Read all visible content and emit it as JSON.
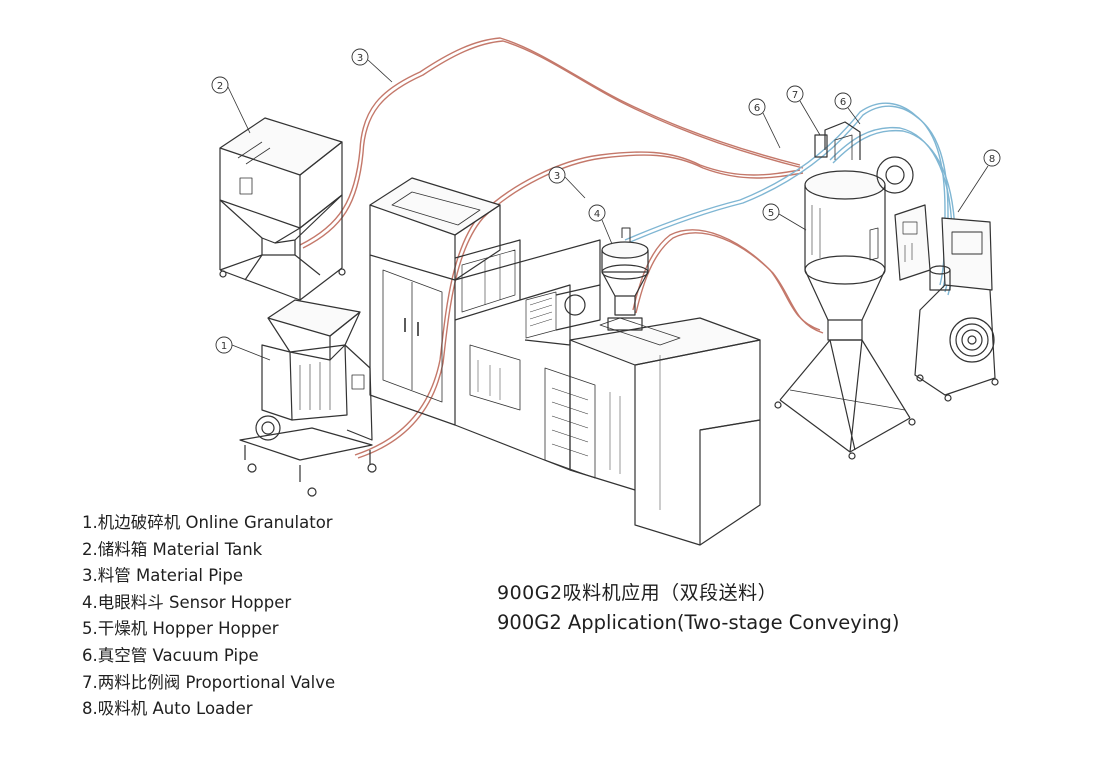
{
  "legend": [
    {
      "label": "1.机边破碎机 Online Granulator"
    },
    {
      "label": "2.储料箱  Material Tank"
    },
    {
      "label": "3.料管  Material Pipe"
    },
    {
      "label": "4.电眼料斗 Sensor Hopper"
    },
    {
      "label": "5.干燥机 Hopper Hopper"
    },
    {
      "label": "6.真空管 Vacuum Pipe"
    },
    {
      "label": "7.两料比例阀 Proportional Valve"
    },
    {
      "label": "8.吸料机  Auto Loader"
    }
  ],
  "caption": {
    "chinese": "900G2吸料机应用（双段送料）",
    "english": "900G2 Application(Two-stage Conveying)"
  },
  "callouts": [
    "1",
    "2",
    "3",
    "3",
    "4",
    "5",
    "6",
    "6",
    "7",
    "8"
  ],
  "colors": {
    "material_pipe": "#c4786a",
    "vacuum_pipe": "#7fb6d3",
    "line_art": "#333333"
  }
}
